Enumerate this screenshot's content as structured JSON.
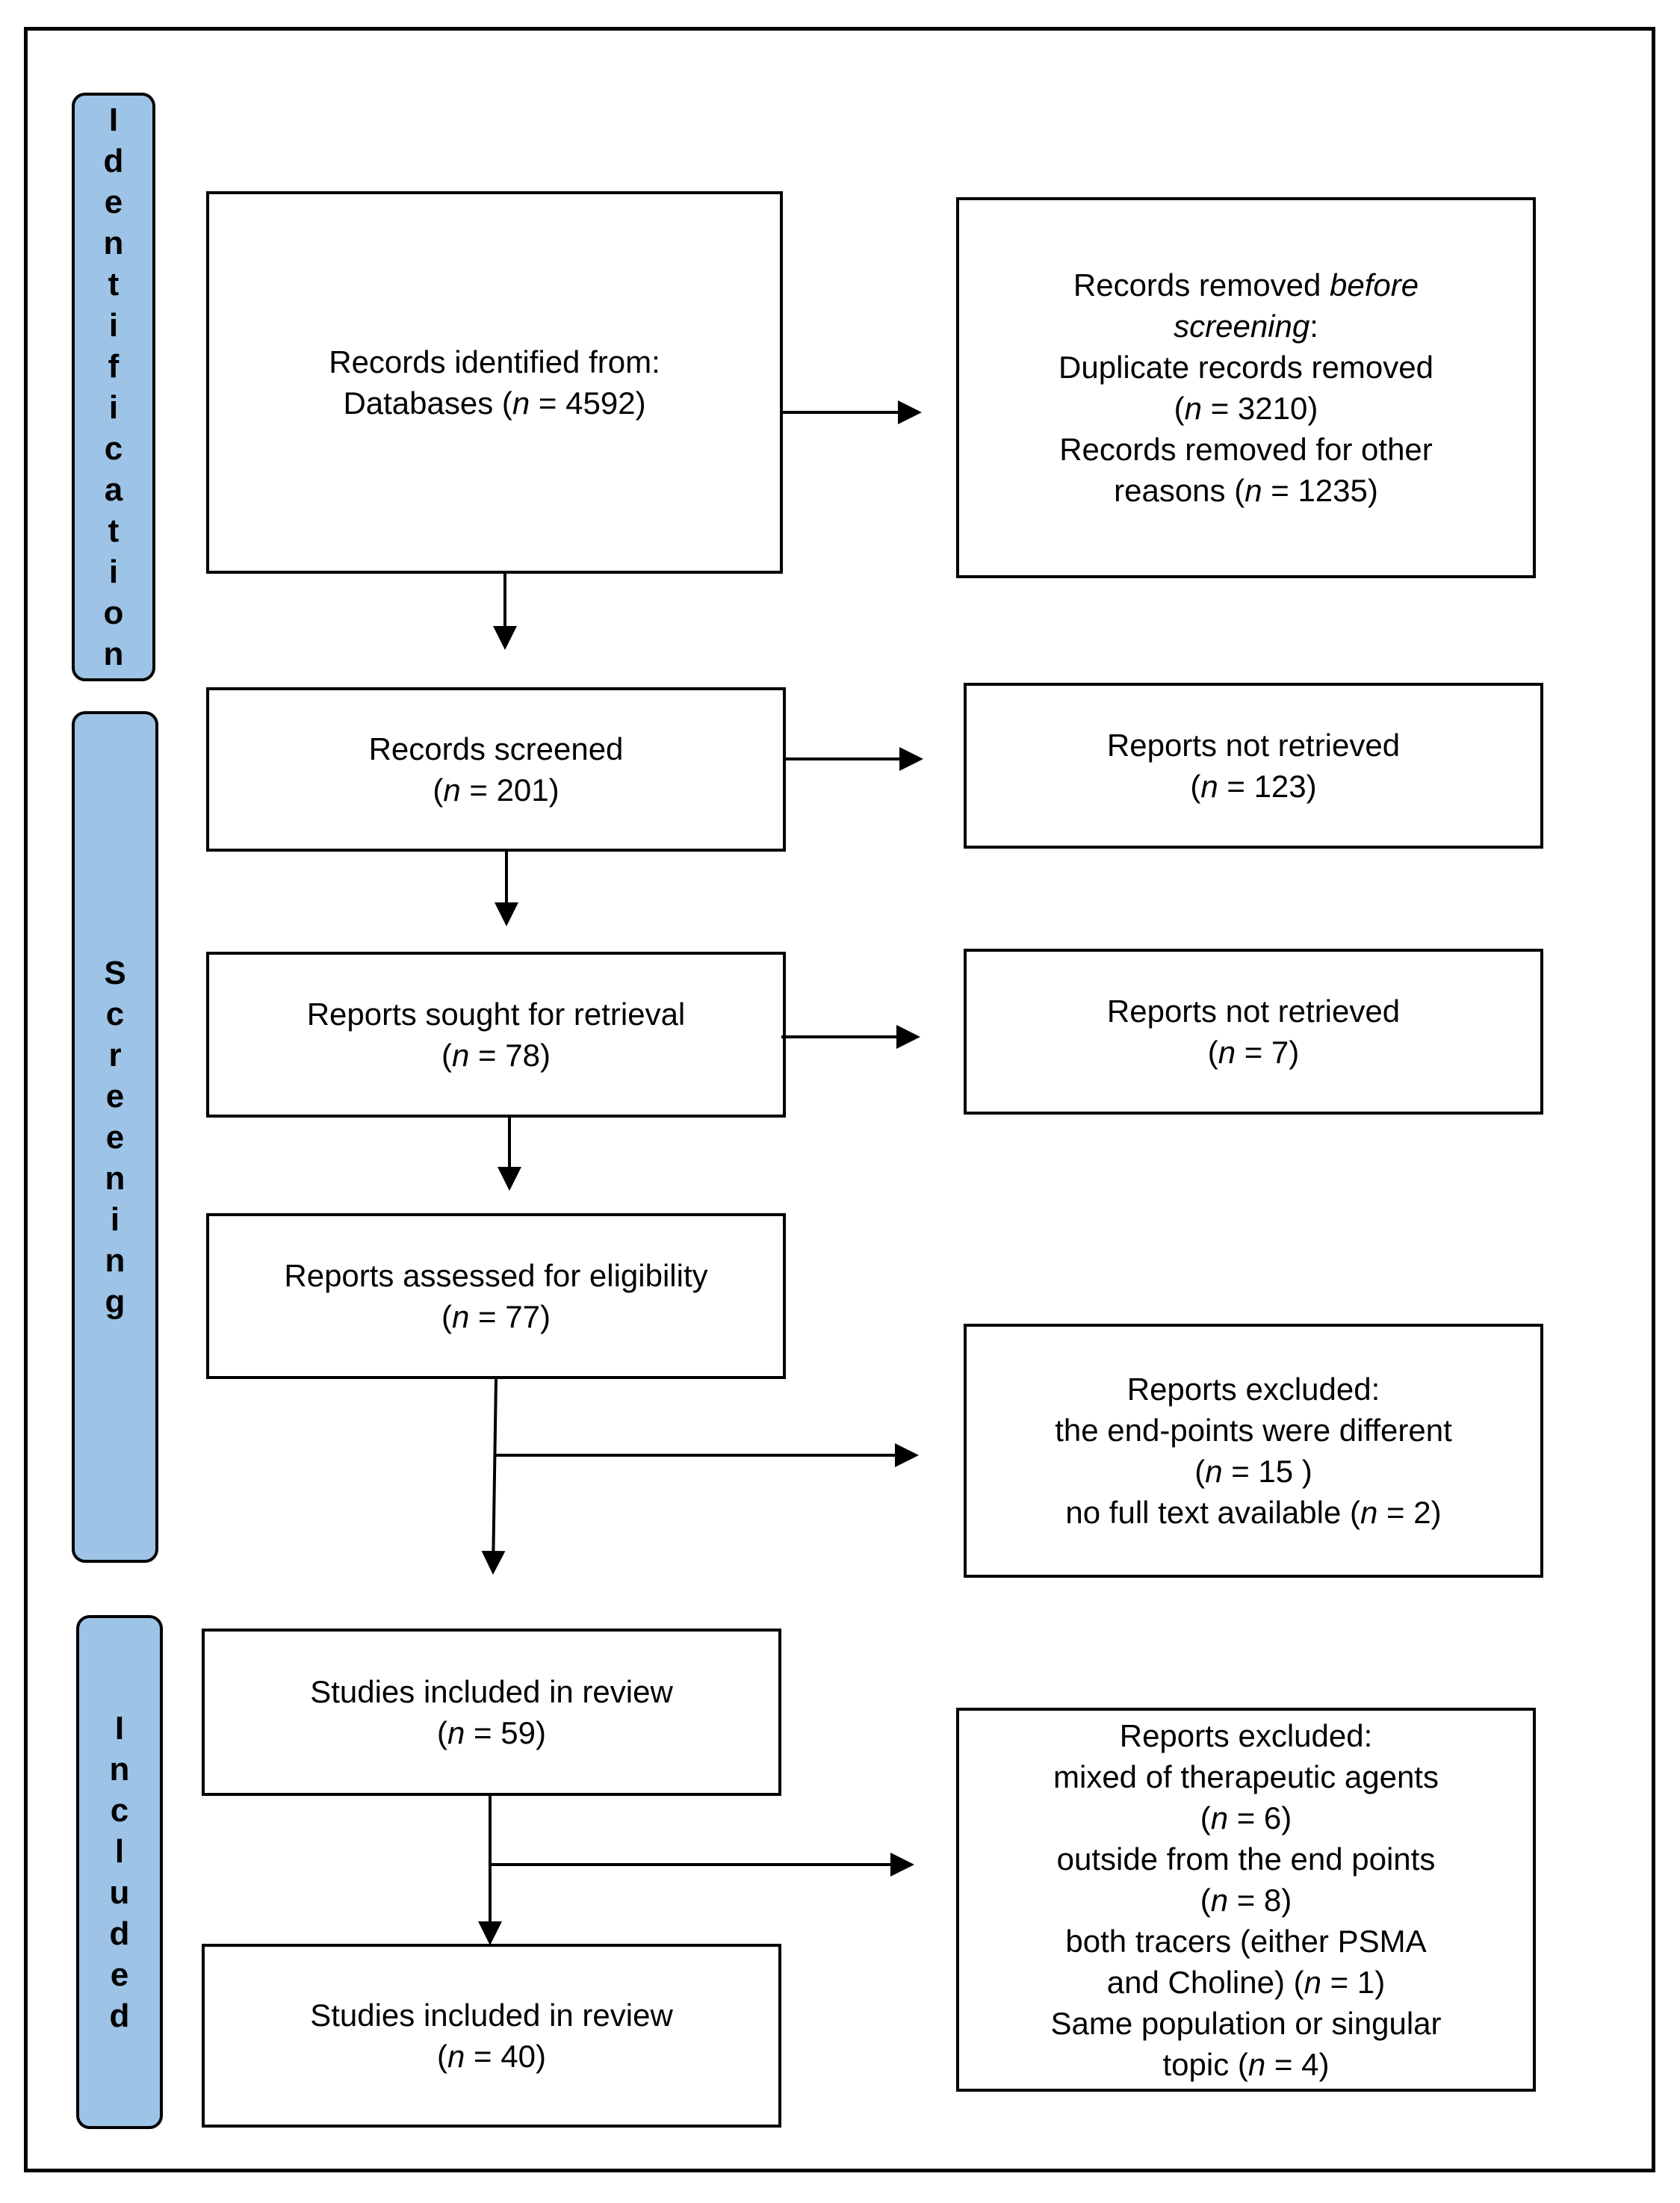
{
  "phases": {
    "identification": "Identification",
    "screening": "Screening",
    "included": "Included"
  },
  "boxes": {
    "records_identified": [
      "Records identified from:",
      "Databases (n = 4592)"
    ],
    "records_removed": [
      "Records removed before",
      "screening:",
      "Duplicate records removed",
      "(n = 3210)",
      "Records removed for other",
      "reasons (n = 1235)"
    ],
    "records_screened": [
      "Records screened",
      "(n = 201)"
    ],
    "not_retrieved_1": [
      "Reports not retrieved",
      "(n = 123)"
    ],
    "sought_retrieval": [
      "Reports sought for retrieval",
      "(n = 78)"
    ],
    "not_retrieved_2": [
      "Reports not retrieved",
      "(n = 7)"
    ],
    "assessed_eligibility": [
      "Reports assessed for eligibility",
      "(n = 77)"
    ],
    "excluded_1": [
      "Reports excluded:",
      "the end-points were different",
      "(n = 15 )",
      "no full text available (n = 2)"
    ],
    "included_59": [
      "Studies included in review",
      "(n = 59)"
    ],
    "excluded_2": [
      "Reports excluded:",
      "mixed of therapeutic agents",
      "(n = 6)",
      "outside from the end points",
      "(n = 8)",
      "both tracers (either PSMA",
      "and Choline) (n = 1)",
      "Same population or singular",
      "topic (n = 4)"
    ],
    "included_40": [
      "Studies included in review",
      "(n = 40)"
    ]
  }
}
